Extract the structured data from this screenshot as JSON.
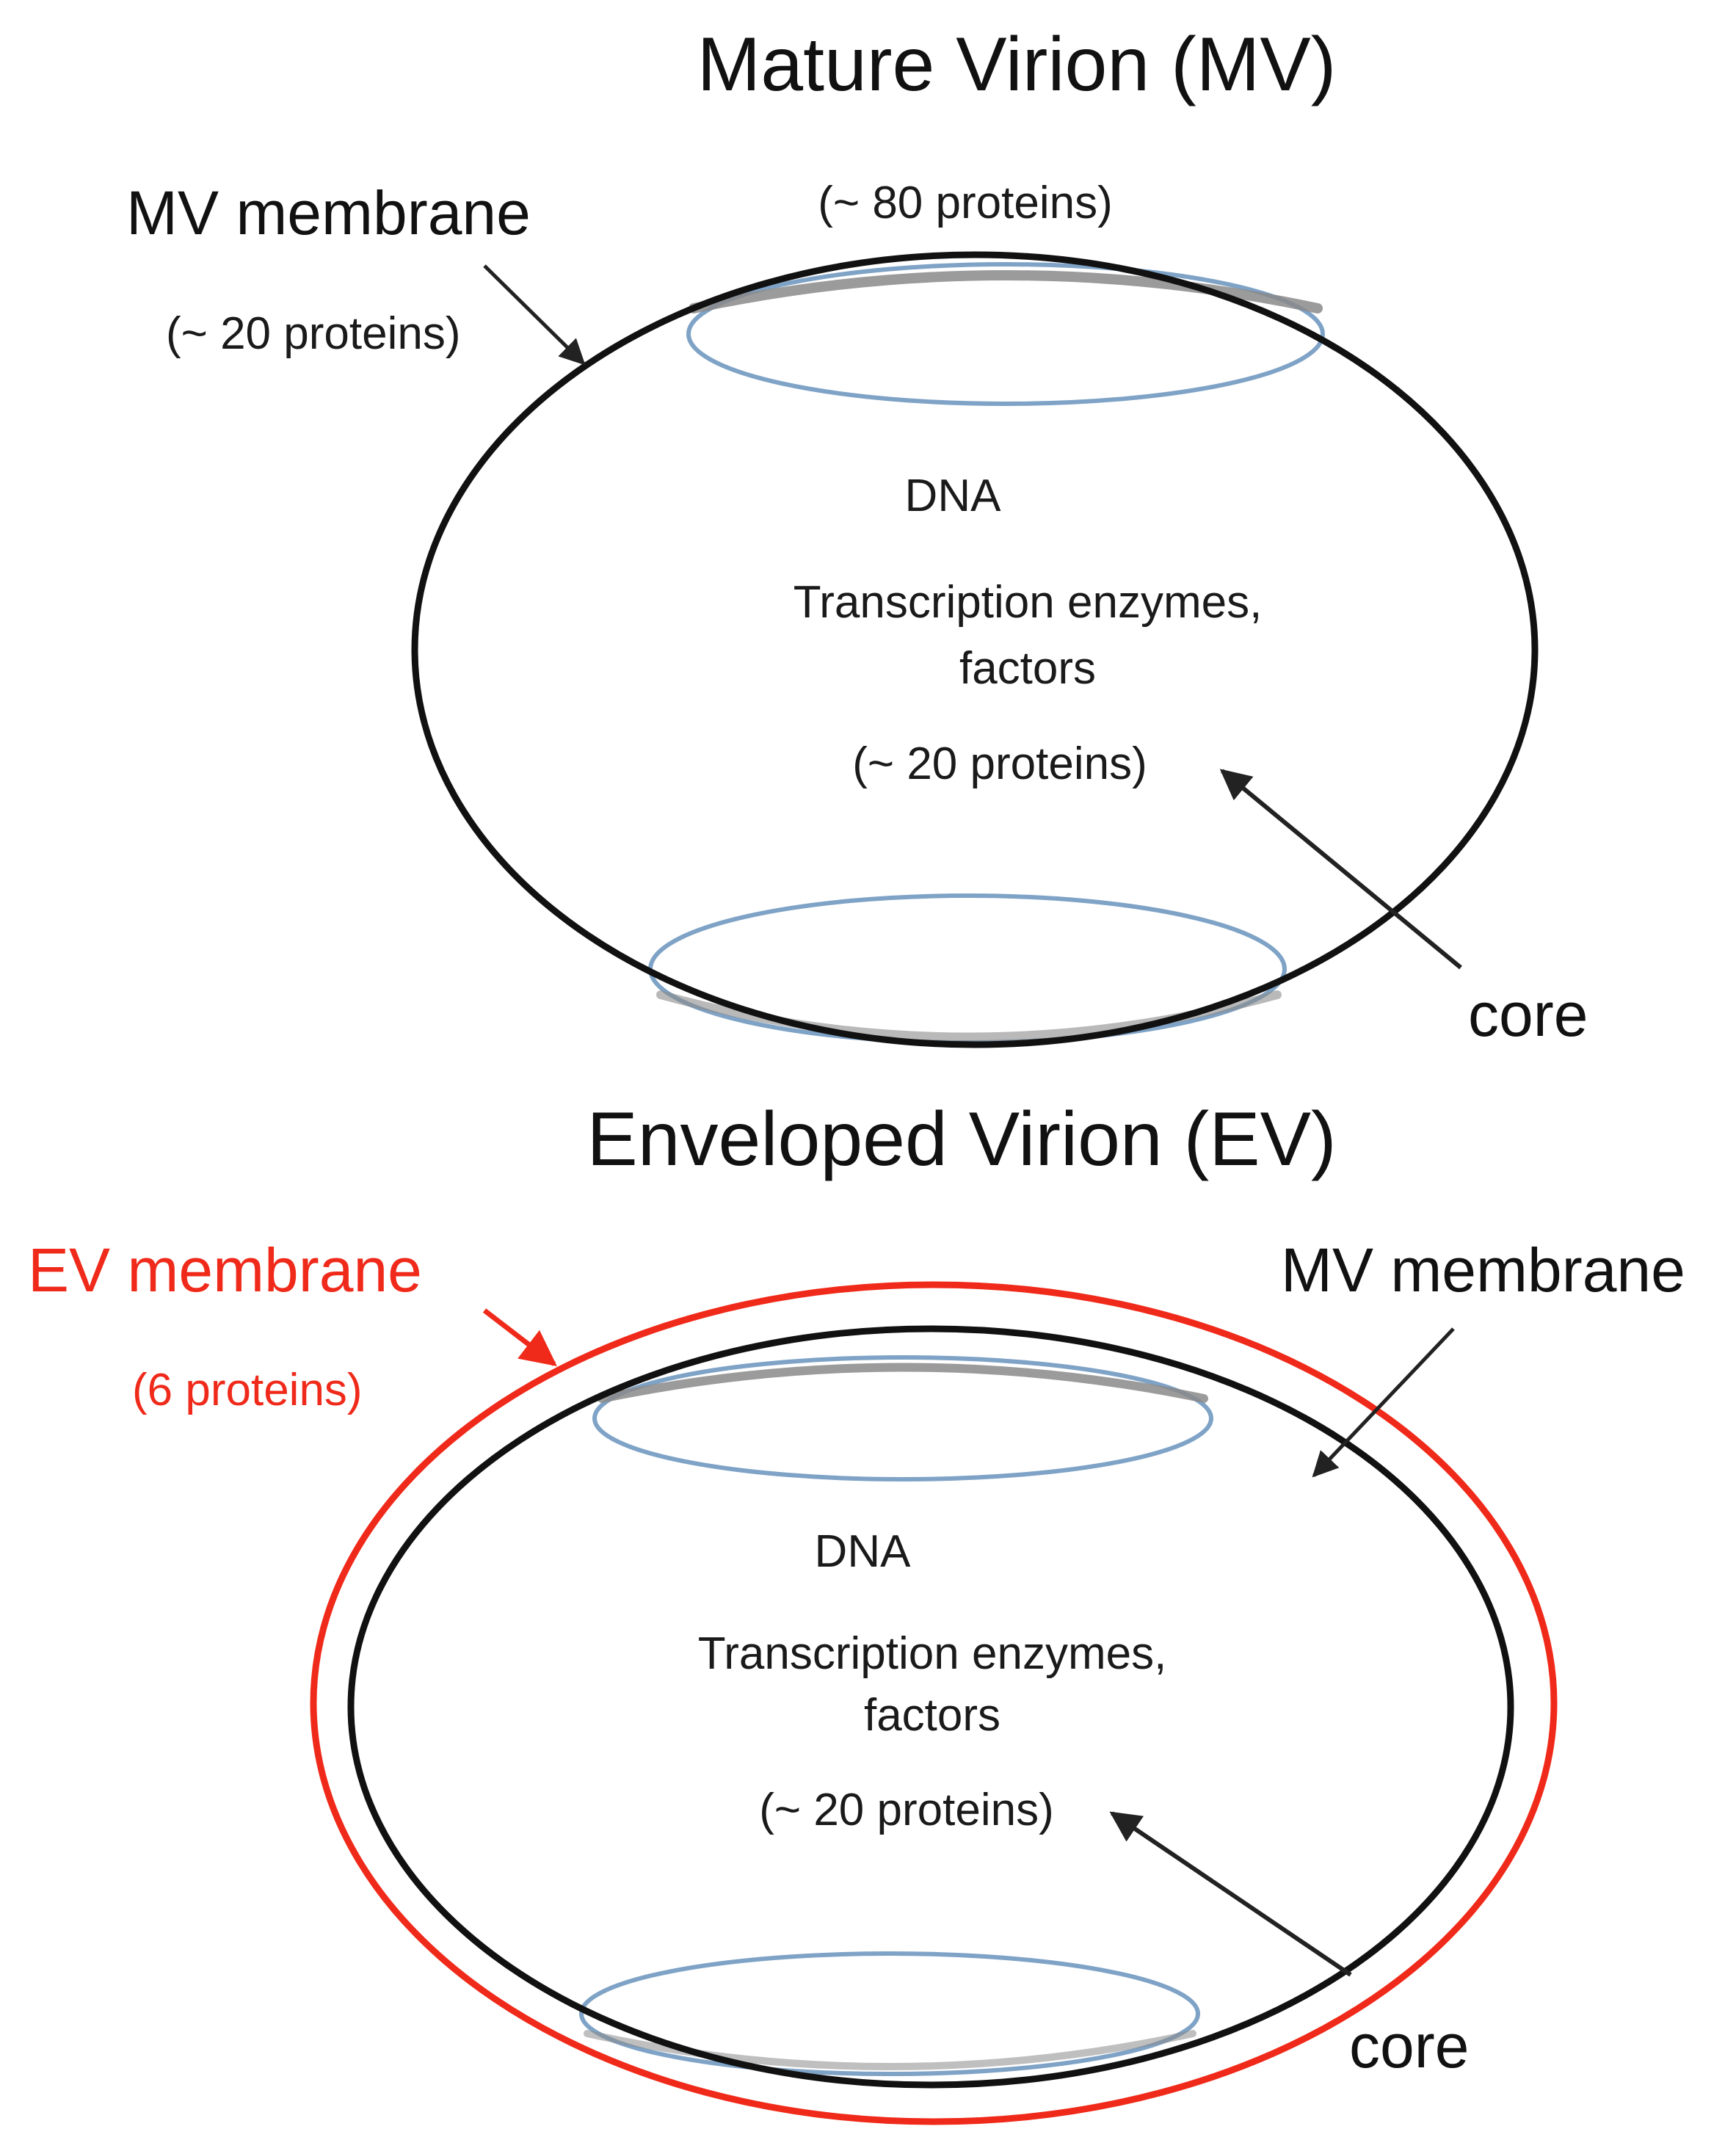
{
  "mature_virion": {
    "title": "Mature Virion (MV)",
    "mv_membrane_label": "MV membrane",
    "mv_membrane_count": "(~ 20 proteins)",
    "top_count": "(~ 80 proteins)",
    "dna_label": "DNA",
    "transcription_line1": "Transcription enzymes,",
    "transcription_line2": "factors",
    "core_count": "(~ 20 proteins)",
    "core_label": "core"
  },
  "enveloped_virion": {
    "title": "Enveloped Virion (EV)",
    "ev_membrane_label": "EV membrane",
    "ev_membrane_count": "(6 proteins)",
    "mv_membrane_label": "MV membrane",
    "dna_label": "DNA",
    "transcription_line1": "Transcription enzymes,",
    "transcription_line2": "factors",
    "core_count": "(~ 20 proteins)",
    "core_label": "core"
  },
  "colors": {
    "membrane": "#111111",
    "core_ring": "#7fa3c6",
    "ev_membrane": "#f02a1a",
    "arrow": "#222222"
  }
}
